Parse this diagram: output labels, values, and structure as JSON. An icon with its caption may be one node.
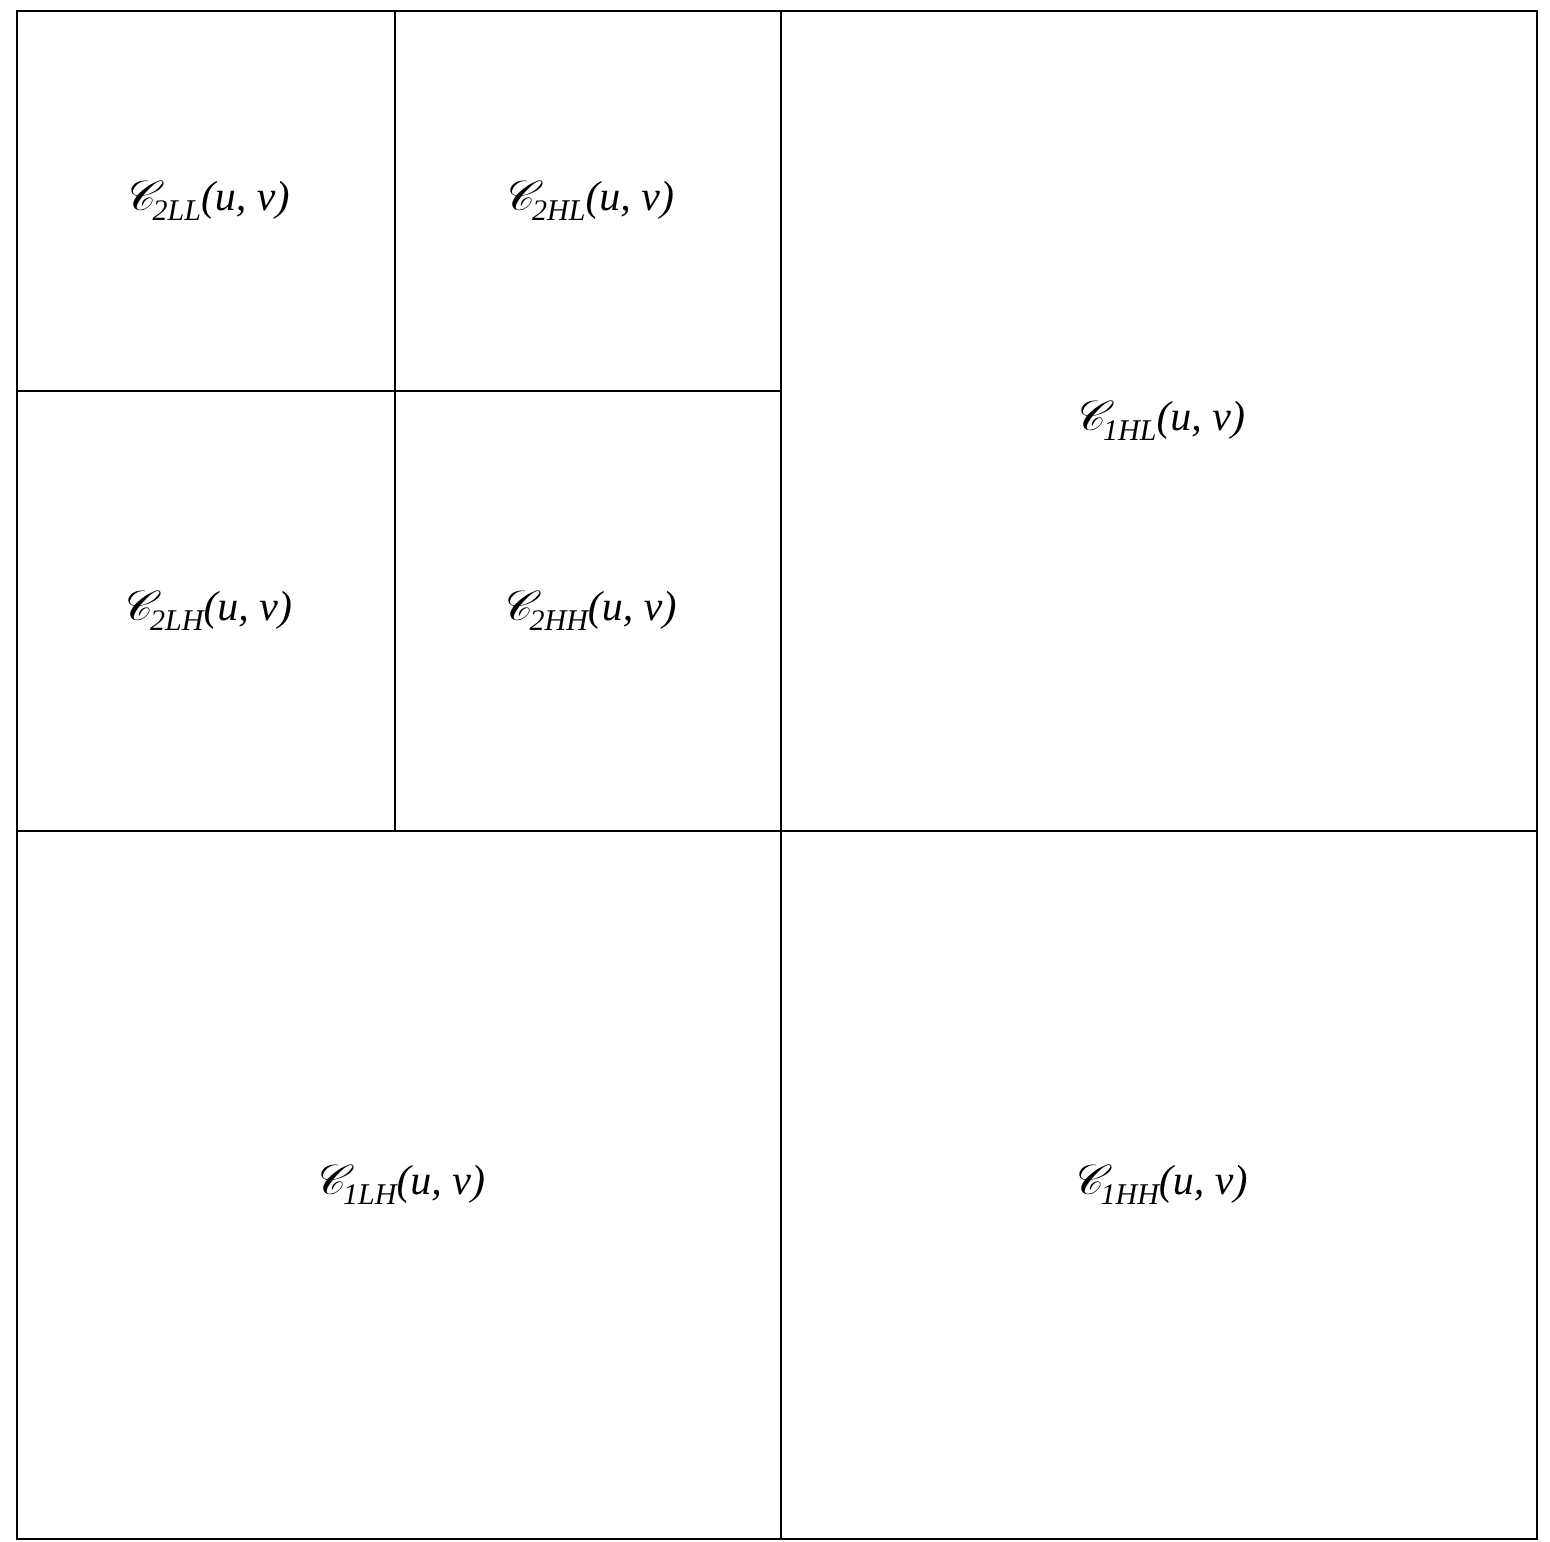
{
  "diagram": {
    "nodes": [
      {
        "text": [
          "𝒞$_{2LL}$(u, v)"
        ]
      },
      {
        "text": [
          "𝒞$_{2HL}$(u, v)"
        ]
      },
      {
        "text": [
          "𝒞$_{1HL}$(u, v)"
        ]
      },
      {
        "text": [
          "𝒞$_{2LH}$(u, v)"
        ]
      },
      {
        "text": [
          "𝒞$_{2HH}$(u, v)"
        ]
      },
      {
        "text": [
          "𝒞$_{1LH}$(u, v)"
        ]
      },
      {
        "text": [
          "𝒞$_{1HH}$(u, v)"
        ]
      }
    ]
  }
}
